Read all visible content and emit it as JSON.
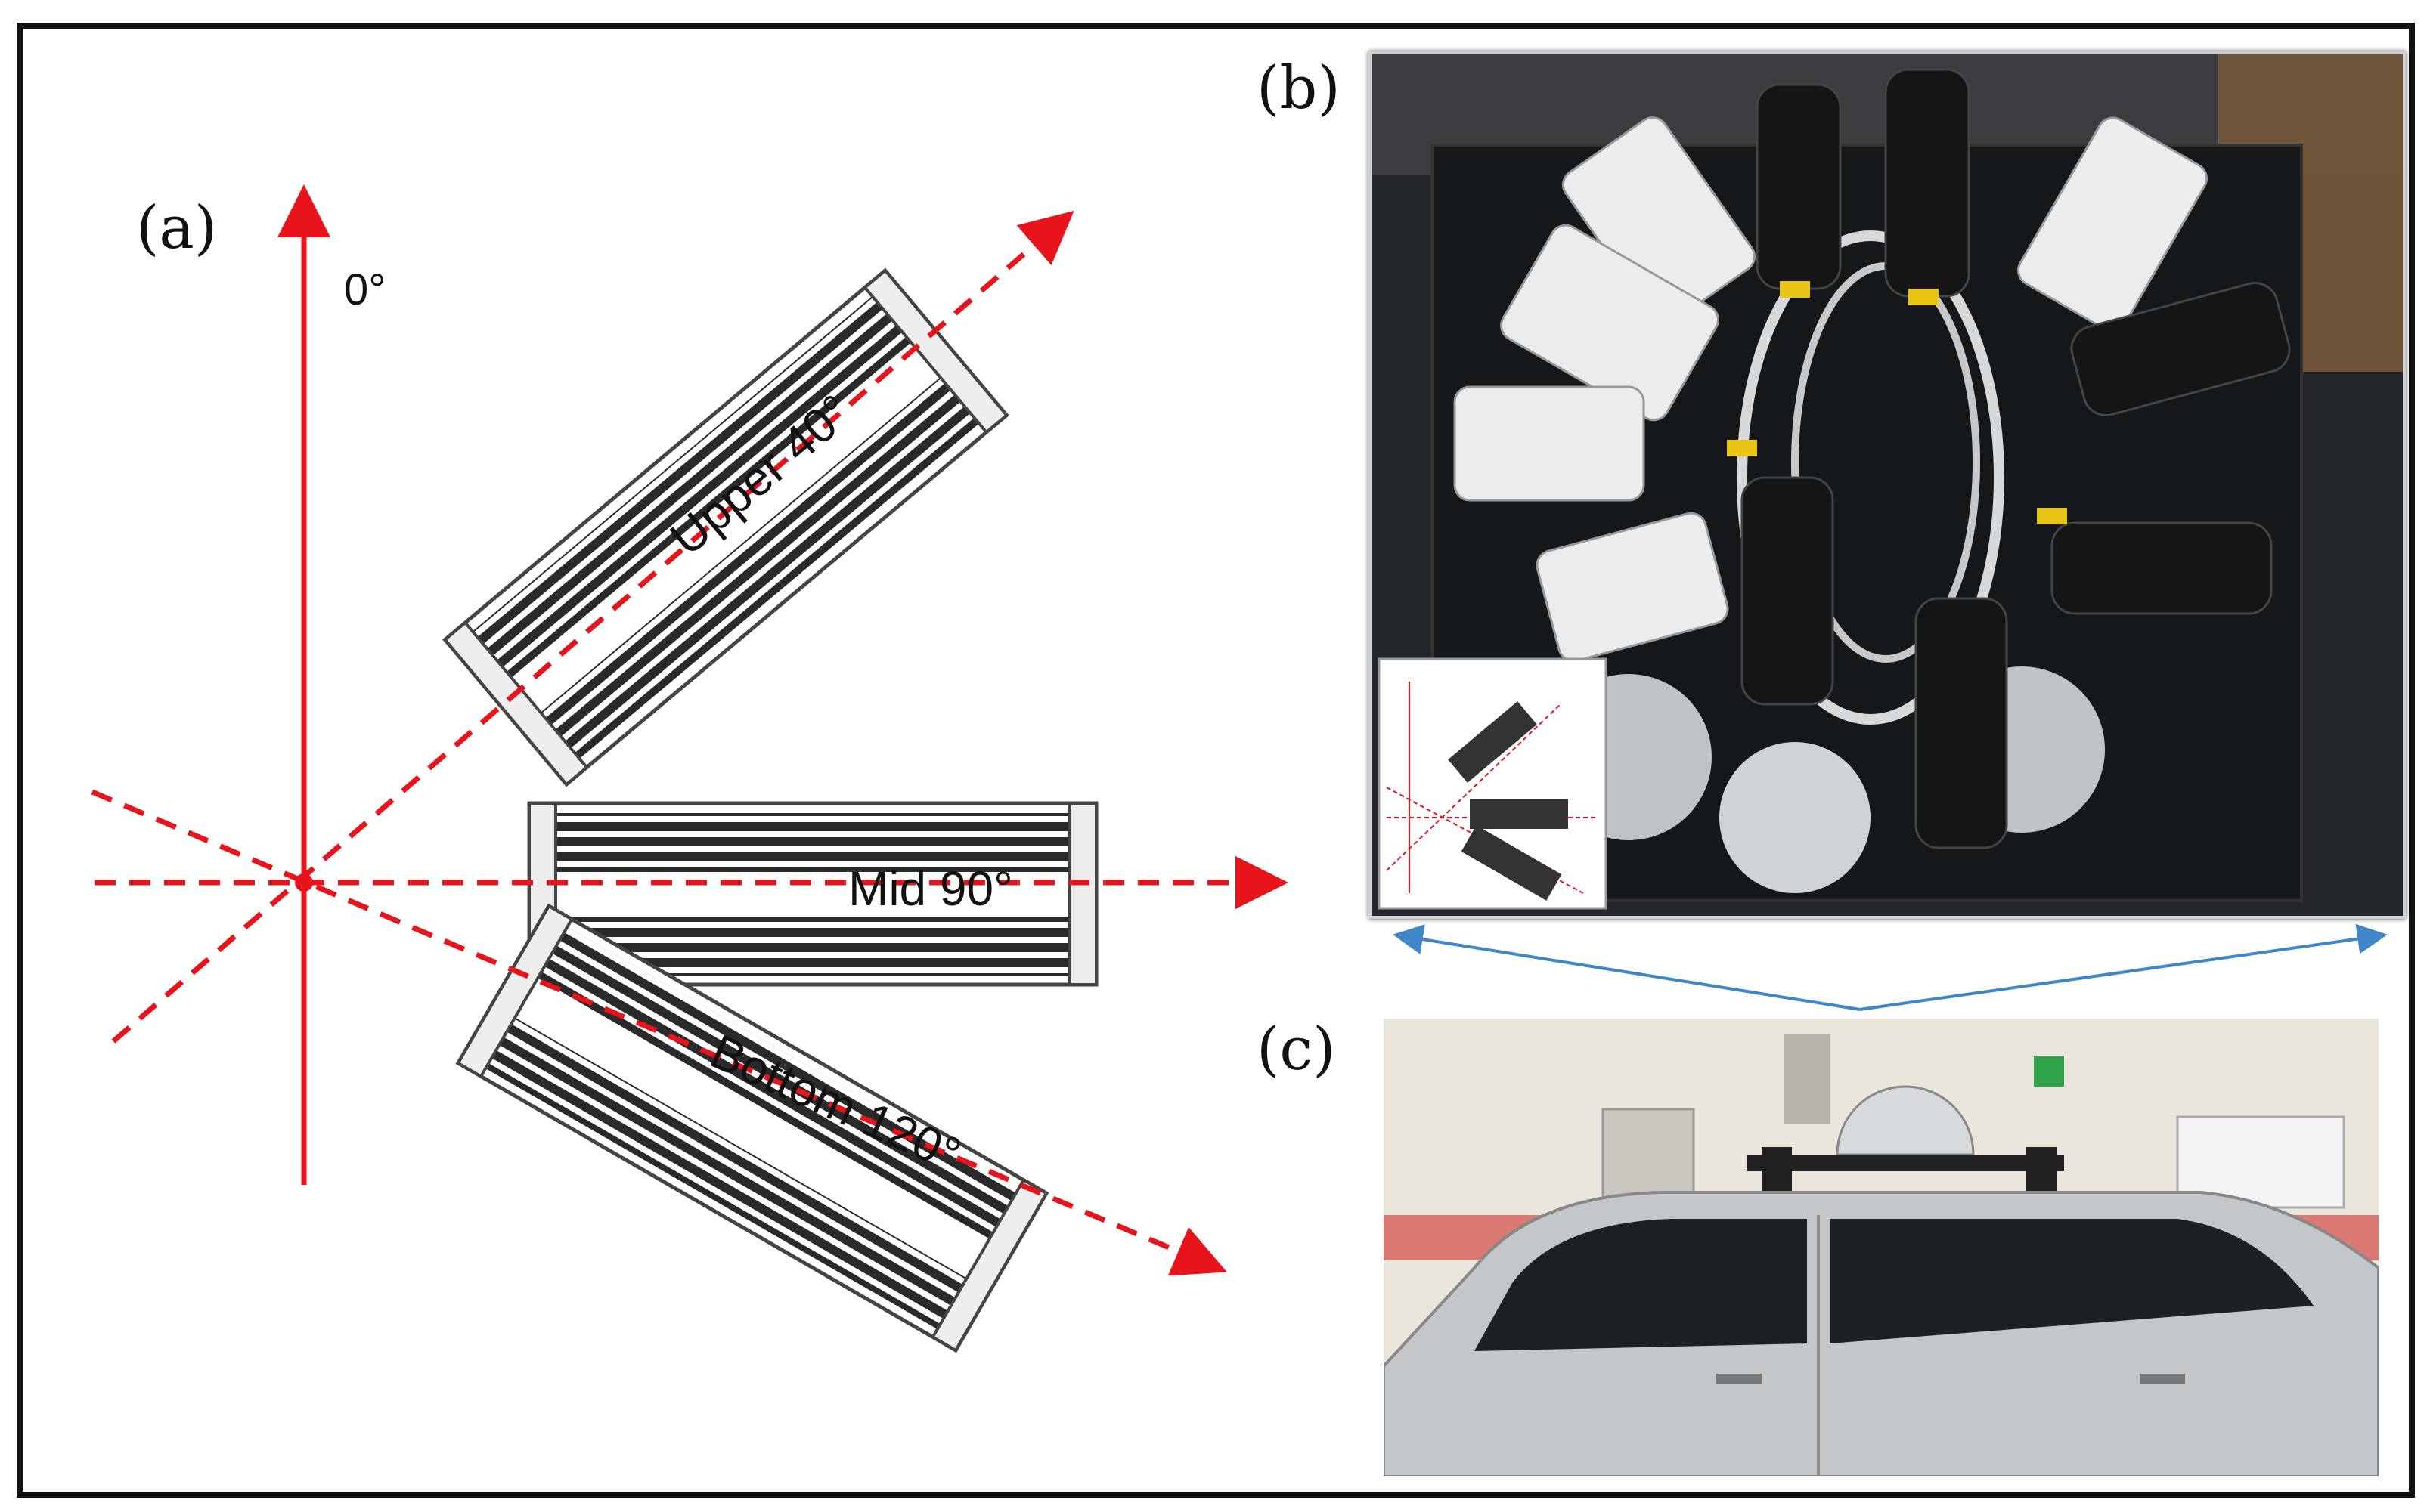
{
  "figure": {
    "panels": [
      {
        "id": "a",
        "label": "(a)"
      },
      {
        "id": "b",
        "label": "(b)"
      },
      {
        "id": "c",
        "label": "(c)"
      }
    ],
    "axis_vertical_label": "0°",
    "camera_labels": {
      "upper": "Upper 40°",
      "mid": "Mid 90°",
      "bottom": "Bottom 120°"
    },
    "colors": {
      "axis": "#e8141b",
      "camera_body": "#2a2a2a",
      "link_arrow": "#3f86c8",
      "frame": "#111111"
    }
  }
}
